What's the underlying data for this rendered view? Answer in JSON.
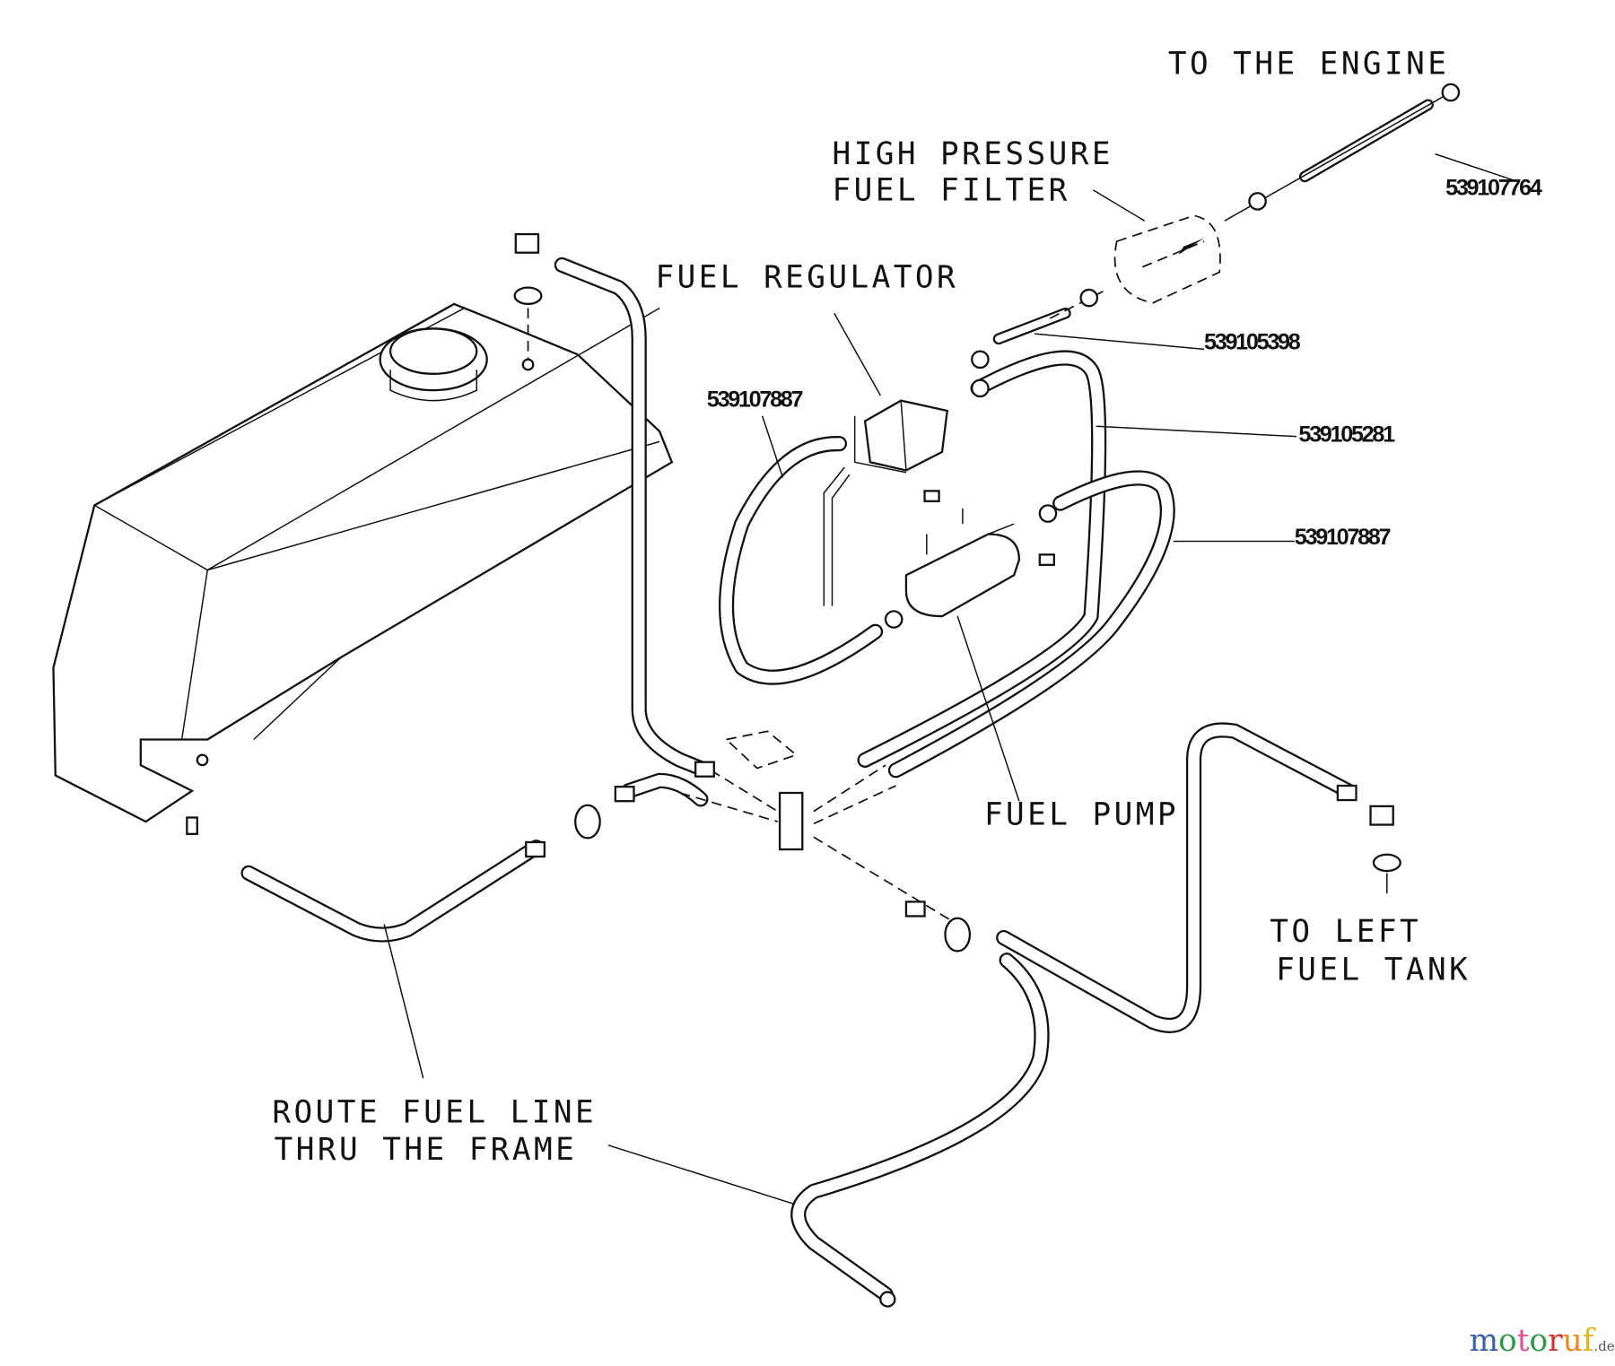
{
  "labels": {
    "to_engine": "TO THE ENGINE",
    "hp_filter_1": "HIGH PRESSURE",
    "hp_filter_2": "FUEL FILTER",
    "fuel_regulator": "FUEL REGULATOR",
    "fuel_pump": "FUEL PUMP",
    "to_left_tank_1": "TO LEFT",
    "to_left_tank_2": "FUEL TANK",
    "route_1": "ROUTE FUEL LINE",
    "route_2": "THRU THE FRAME"
  },
  "part_numbers": {
    "engine_hose": "539107764",
    "filter_hose": "539105398",
    "regulator_return_hose": "539107887",
    "loop_hose": "539105281",
    "pump_hose": "539107887"
  },
  "watermark": {
    "text": "motoruf",
    "suffix": ".de",
    "colors": [
      "#3b5fb0",
      "#2f9a48",
      "#e0508a",
      "#2f9a48",
      "#d0332b",
      "#e88a1a",
      "#e8b41a"
    ]
  }
}
